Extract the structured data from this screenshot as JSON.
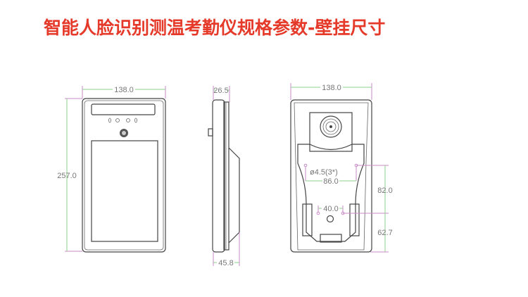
{
  "title": "智能人脸识别测温考勤仪规格参数-壁挂尺寸",
  "colors": {
    "title": "#e53a2a",
    "dimension_line": "#8fd08f",
    "extension_line": "#c78ac7"
  },
  "front_view": {
    "width": "138.0",
    "height": "257.0"
  },
  "side_view": {
    "thickness": "26.5",
    "depth": "45.8"
  },
  "back_view": {
    "width": "138.0",
    "hole_note": "ø4.5(3*)",
    "hole_spacing_wide": "86.0",
    "hole_spacing_narrow": "40.0",
    "vertical_spacing": "82.0",
    "bottom_offset": "62.7"
  }
}
